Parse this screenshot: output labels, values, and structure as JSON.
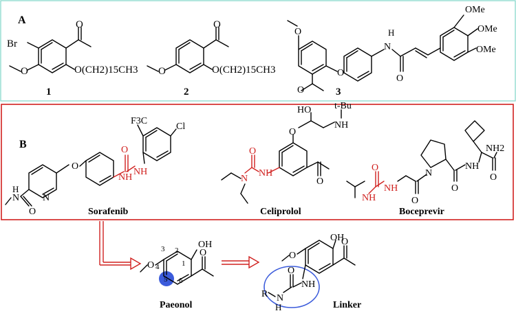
{
  "panel_a": {
    "label": "A",
    "border_color": "#7fd6c9",
    "compound1": {
      "number": "1",
      "br": "Br",
      "chain": "O(CH2)15CH3"
    },
    "compound2": {
      "number": "2",
      "chain": "O(CH2)15CH3"
    },
    "compound3": {
      "number": "3",
      "ome_top": "OMe",
      "ome_mid": "OMe",
      "ome_bot": "OMe",
      "nh": "H",
      "n": "N",
      "o_ether": "O",
      "o_carbonyl": "O"
    }
  },
  "panel_b": {
    "label": "B",
    "border_color": "#d0201e",
    "sorafenib": {
      "name": "Sorafenib",
      "cf3": "F3C",
      "cl": "Cl",
      "n_ring": "N",
      "nh_amide": "N",
      "h_amide": "H",
      "urea_o": "O",
      "urea_nh1": "NH",
      "urea_nh2": "NH",
      "o_ether": "O",
      "o_amide": "O"
    },
    "celiprolol": {
      "name": "Celiprolol",
      "tbu": "t-Bu",
      "nh": "NH",
      "ho": "HO",
      "o_ether": "O",
      "o_acetyl": "O",
      "urea_o": "O",
      "urea_n": "N",
      "urea_nh": "NH"
    },
    "boceprevir": {
      "name": "Boceprevir",
      "nh2": "NH2",
      "n_ring": "N",
      "nh": "NH",
      "urea_o": "O",
      "nh1": "NH",
      "nh2_urea": "NH",
      "o1": "O",
      "o2": "O",
      "o3": "O"
    }
  },
  "bottom": {
    "paeonol": {
      "name": "Paeonol",
      "oh": "OH",
      "o_methoxy": "O",
      "o_acetyl": "O",
      "positions": [
        "1",
        "2",
        "3",
        "4",
        "5",
        "6"
      ],
      "highlight_color": "#3b5bdb"
    },
    "linker": {
      "name": "Linker",
      "oh": "OH",
      "o_methoxy": "O",
      "o_acetyl": "O",
      "nh": "NH",
      "r": "R",
      "n": "N",
      "h": "H",
      "urea_o": "O",
      "circle_color": "#3b5bdb"
    },
    "arrow_color": "#d0201e"
  }
}
